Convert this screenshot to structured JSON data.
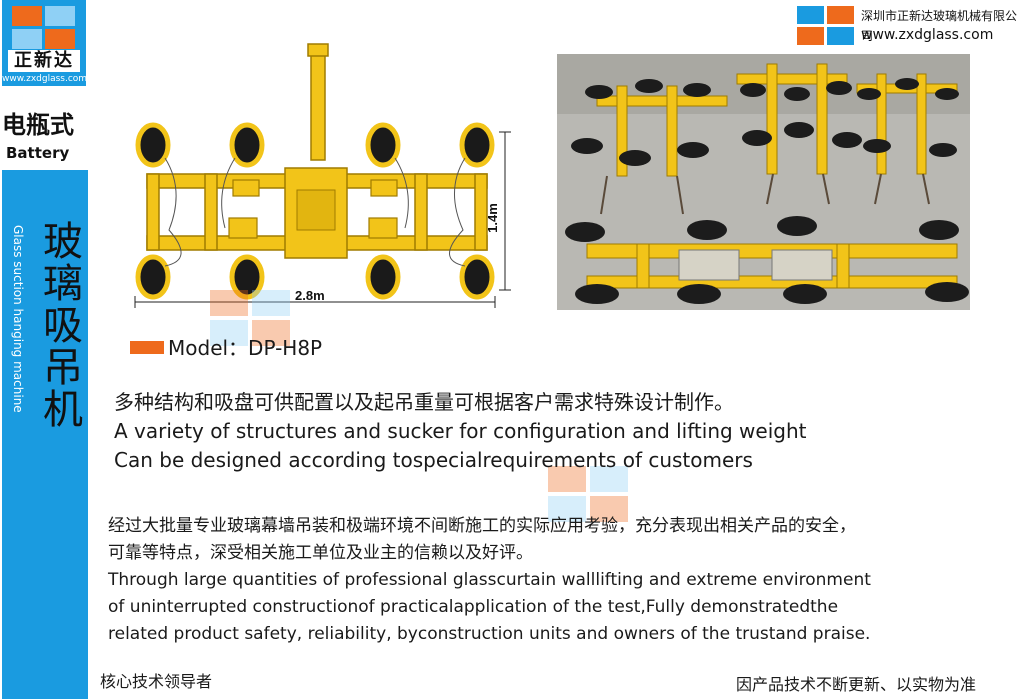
{
  "sidebar": {
    "logo_name": "正新达",
    "logo_url": "www.zxdglass.com",
    "category_zh": "电瓶式",
    "category_en": "Battery",
    "product_zh": "玻璃吸吊机",
    "product_en": "Glass suction hanging machine"
  },
  "header": {
    "company": "深圳市正新达玻璃机械有限公司",
    "url": "www.zxdglass.com"
  },
  "diagram": {
    "width_label": "2.8m",
    "height_label": "1.4m"
  },
  "model": {
    "label": "Model：DP-H8P"
  },
  "intro": {
    "zh": "多种结构和吸盘可供配置以及起吊重量可根据客户需求特殊设计制作。",
    "en_line1": "A variety of structures and sucker for configuration and lifting weight",
    "en_line2": "Can be designed according tospecialrequirements of customers"
  },
  "details": {
    "zh_line1": "经过大批量专业玻璃幕墙吊装和极端环境不间断施工的实际应用考验，充分表现出相关产品的安全，",
    "zh_line2": "可靠等特点，深受相关施工单位及业主的信赖以及好评。",
    "en_line1": "Through large quantities of professional glasscurtain walllifting and extreme environment",
    "en_line2": "of uninterrupted constructionof practicalapplication of the test,Fully demonstratedthe",
    "en_line3": "related product safety, reliability, byconstruction units and owners of the trustand praise."
  },
  "footer": {
    "left": "核心技术领导者",
    "right": "因产品技术不断更新、以实物为准"
  },
  "colors": {
    "brand_blue": "#1a9be0",
    "brand_orange": "#ee6a1c",
    "frame_yellow": "#f2c419"
  }
}
